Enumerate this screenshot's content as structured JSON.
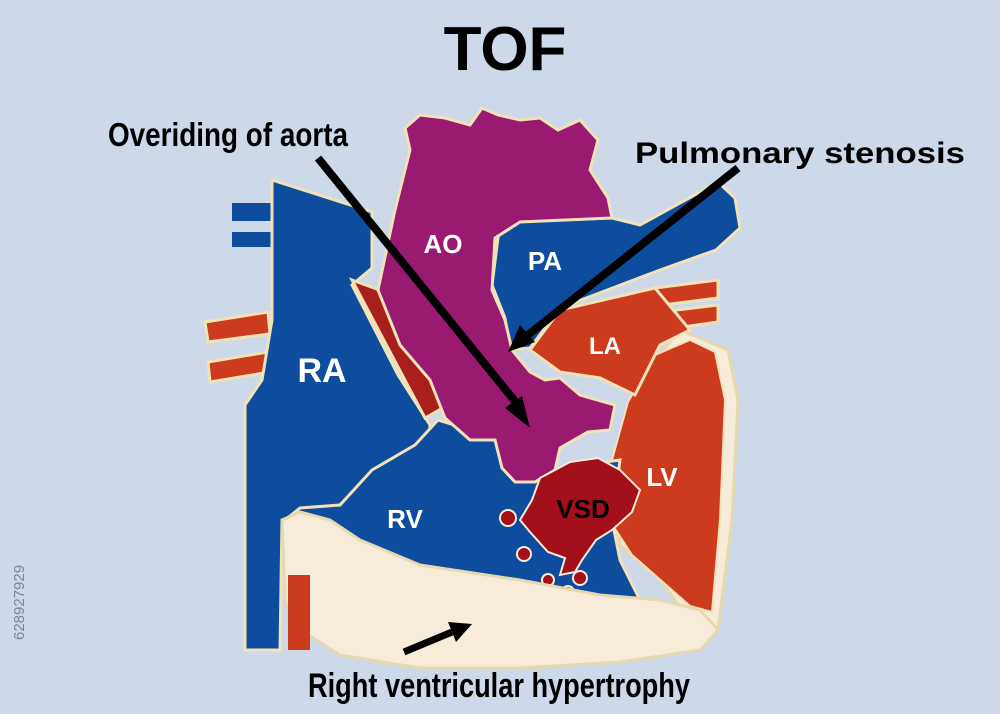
{
  "title": "TOF",
  "labels": {
    "ao": "AO",
    "pa": "PA",
    "ra": "RA",
    "la": "LA",
    "rv": "RV",
    "lv": "LV",
    "vsd": "VSD"
  },
  "callouts": {
    "overriding_aorta": "Overiding of aorta",
    "pulmonary_stenosis": "Pulmonary stenosis",
    "rv_hypertrophy": "Right ventricular hypertrophy"
  },
  "watermark_id": "628927929",
  "colors": {
    "background": "#cdd9e8",
    "deoxygenated_blue": "#0e4c9e",
    "oxygenated_red": "#cc3b1e",
    "aorta_magenta": "#9a1a72",
    "vsd_dark_red": "#a3101a",
    "myocardium_cream": "#f6ecd9",
    "outline_cream": "#f2e2b8"
  }
}
